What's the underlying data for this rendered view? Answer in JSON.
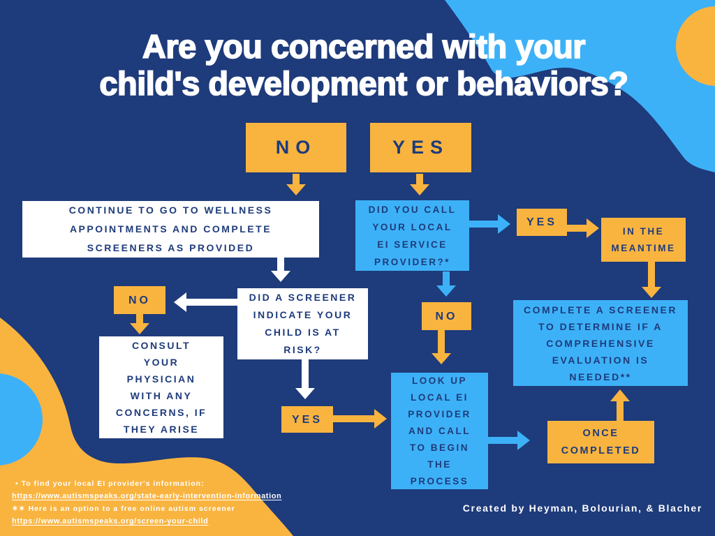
{
  "title": {
    "text": "Are you concerned with your\nchild's development or behaviors?"
  },
  "flowchart": {
    "no_top": "NO",
    "yes_top": "YES",
    "continue_wellness": "CONTINUE TO GO TO WELLNESS\nAPPOINTMENTS AND COMPLETE\nSCREENERS AS PROVIDED",
    "did_you_call": "DID YOU CALL\nYOUR LOCAL\nEI SERVICE\nPROVIDER?*",
    "yes_called": "YES",
    "in_the_meantime": "IN THE\nMEANTIME",
    "did_a_screener": "DID A SCREENER\nINDICATE YOUR\nCHILD IS AT\nRISK?",
    "no_screener": "NO",
    "consult_physician": "CONSULT\nYOUR\nPHYSICIAN\nWITH ANY\nCONCERNS, IF\nTHEY ARISE",
    "yes_at_risk": "YES",
    "no_not_called": "NO",
    "look_up_provider": "LOOK UP\nLOCAL EI\nPROVIDER\nAND CALL\nTO BEGIN\nTHE\nPROCESS",
    "complete_screener": "COMPLETE A SCREENER\nTO DETERMINE IF A\nCOMPREHENSIVE\nEVALUATION IS\nNEEDED**",
    "once_completed": "ONCE\nCOMPLETED"
  },
  "footnotes": {
    "note1": "•  To find your local EI provider's information:",
    "link1": "https://www.autismspeaks.org/state-early-intervention-information",
    "note2": "✶✶ Here is an option to a free online autism screener",
    "link2": "https://www.autismspeaks.org/screen-your-child"
  },
  "credit": "Created by Heyman, Bolourian, & Blacher",
  "colors": {
    "background": "#1E3B7B",
    "yellow": "#F9B440",
    "light_blue": "#3DB1F7",
    "white": "#FFFFFF",
    "text_navy": "#1E3B7B"
  }
}
